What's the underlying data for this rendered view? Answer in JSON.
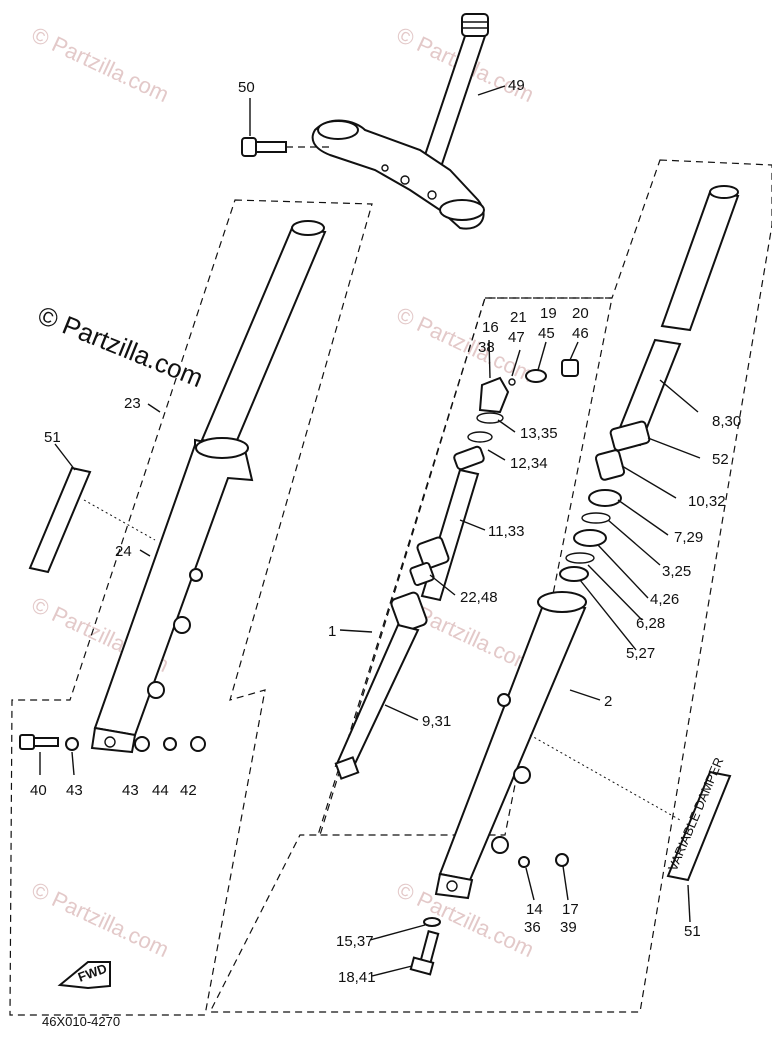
{
  "watermark": "© Partzilla.com",
  "diagram_code": "46X010-4270",
  "fwd_label": "FWD",
  "variable_damper_label": "VARIABLE DAMPER",
  "labels": {
    "p50": "50",
    "p49": "49",
    "p23": "23",
    "p51_left": "51",
    "p24": "24",
    "p40": "40",
    "p43a": "43",
    "p43b": "43",
    "p44": "44",
    "p42": "42",
    "p21": "21",
    "p47": "47",
    "p19": "19",
    "p45": "45",
    "p20": "20",
    "p46": "46",
    "p16": "16",
    "p38": "38",
    "p13_35": "13,35",
    "p12_34": "12,34",
    "p11_33": "11,33",
    "p22_48": "22,48",
    "p1": "1",
    "p9_31": "9,31",
    "p2": "2",
    "p8_30": "8,30",
    "p52": "52",
    "p10_32": "10,32",
    "p7_29": "7,29",
    "p3_25": "3,25",
    "p4_26": "4,26",
    "p6_28": "6,28",
    "p5_27": "5,27",
    "p14": "14",
    "p36": "36",
    "p17": "17",
    "p39": "39",
    "p15_37": "15,37",
    "p18_41": "18,41",
    "p51_right": "51"
  }
}
